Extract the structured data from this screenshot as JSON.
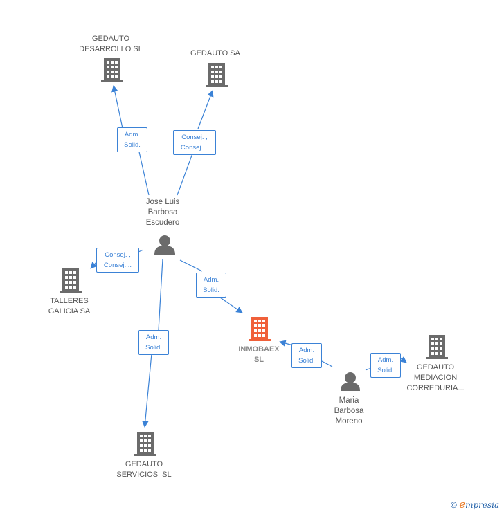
{
  "colors": {
    "company": "#6b6b6b",
    "company_main": "#f0603a",
    "person": "#6b6b6b",
    "edge": "#3b82d6"
  },
  "nodes": {
    "gedauto_desarrollo": {
      "type": "company",
      "lines": [
        "GEDAUTO",
        "DESARROLLO SL"
      ]
    },
    "gedauto_sa": {
      "type": "company",
      "lines": [
        "GEDAUTO SA"
      ]
    },
    "jose_luis": {
      "type": "person",
      "lines": [
        "Jose Luis",
        "Barbosa",
        "Escudero"
      ]
    },
    "talleres_galicia": {
      "type": "company",
      "lines": [
        "TALLERES",
        "GALICIA SA"
      ]
    },
    "inmobaex": {
      "type": "company-main",
      "lines": [
        "INMOBAEX",
        "SL"
      ]
    },
    "gedauto_mediacion": {
      "type": "company",
      "lines": [
        "GEDAUTO",
        "MEDIACION",
        "CORREDURIA..."
      ]
    },
    "maria_barbosa": {
      "type": "person",
      "lines": [
        "Maria",
        "Barbosa",
        "Moreno"
      ]
    },
    "gedauto_servicios": {
      "type": "company",
      "lines": [
        "GEDAUTO",
        "SERVICIOS  SL"
      ]
    }
  },
  "edges": {
    "jose_to_desarrollo": {
      "label": [
        "Adm.",
        "Solid."
      ]
    },
    "jose_to_gedauto_sa": {
      "label": [
        "Consej. ,",
        "Consej...."
      ]
    },
    "jose_to_talleres": {
      "label": [
        "Consej. ,",
        "Consej...."
      ]
    },
    "jose_to_inmobaex": {
      "label": [
        "Adm.",
        "Solid."
      ]
    },
    "jose_to_servicios": {
      "label": [
        "Adm.",
        "Solid."
      ]
    },
    "maria_to_inmobaex": {
      "label": [
        "Adm.",
        "Solid."
      ]
    },
    "maria_to_mediacion": {
      "label": [
        "Adm.",
        "Solid."
      ]
    }
  },
  "footer": {
    "copyright_symbol": "©",
    "brand_first": "e",
    "brand_rest": "mpresia"
  }
}
